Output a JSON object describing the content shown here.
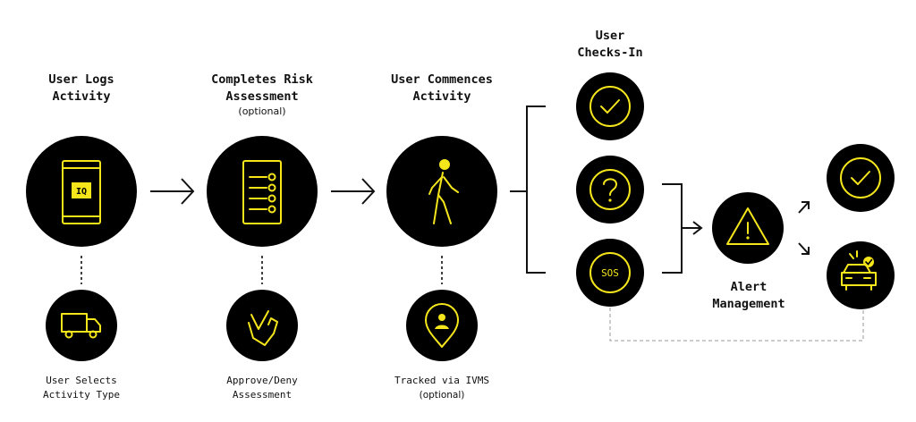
{
  "steps": {
    "logs": {
      "title_line1": "User Logs",
      "title_line2": "Activity",
      "caption_line1": "User Selects",
      "caption_line2": "Activity Type",
      "badge": "IQ"
    },
    "risk": {
      "title_line1": "Completes Risk",
      "title_line2": "Assessment",
      "note": "(optional)",
      "caption_line1": "Approve/Deny",
      "caption_line2": "Assessment"
    },
    "commence": {
      "title_line1": "User Commences",
      "title_line2": "Activity",
      "caption_line1": "Tracked via IVMS",
      "caption_note": "(optional)"
    },
    "checkin": {
      "title_line1": "User",
      "title_line2": "Checks-In",
      "sos_text": "SOS"
    },
    "alert": {
      "title_line1": "Alert",
      "title_line2": "Management"
    }
  },
  "colors": {
    "circle": "#000000",
    "accent": "#f5e61c",
    "line": "#111111",
    "dashed": "#9a9a9a"
  },
  "icons": [
    "phone-iq-icon",
    "truck-icon",
    "checklist-icon",
    "hand-check-icon",
    "walking-person-icon",
    "location-pin-icon",
    "checkmark-icon",
    "question-icon",
    "sos-icon",
    "warning-icon",
    "vehicle-alert-icon"
  ]
}
